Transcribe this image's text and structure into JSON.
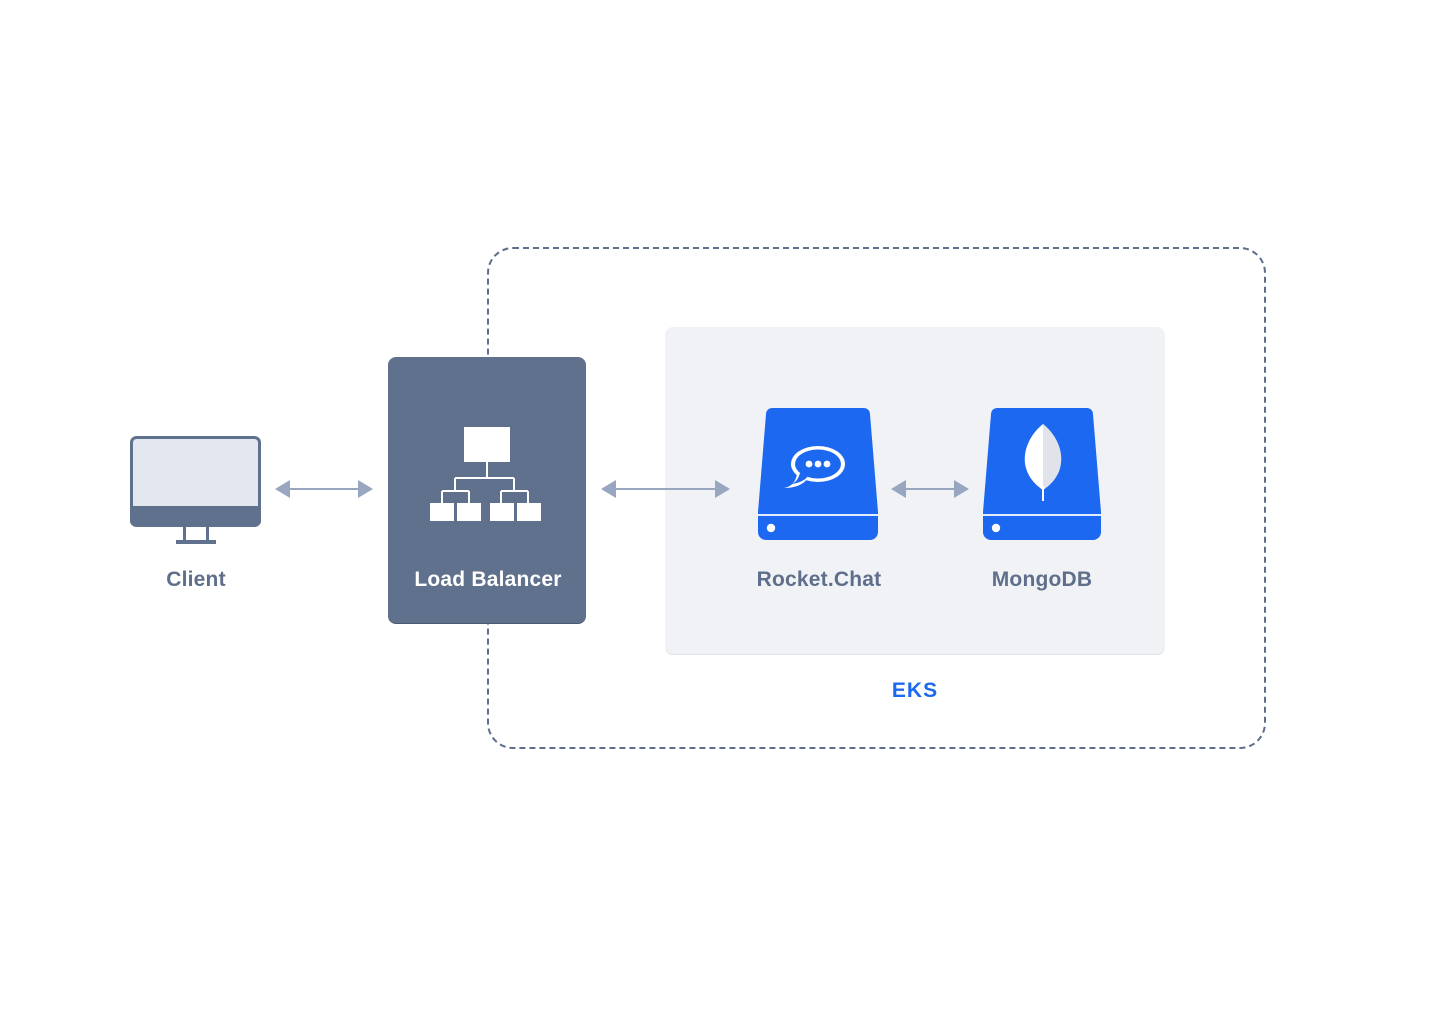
{
  "nodes": {
    "client": {
      "label": "Client",
      "icon": "monitor-icon"
    },
    "load_balancer": {
      "label": "Load Balancer",
      "icon": "network-hierarchy-icon"
    },
    "rocketchat": {
      "label": "Rocket.Chat",
      "icon": "rocketchat-logo-icon"
    },
    "mongodb": {
      "label": "MongoDB",
      "icon": "mongodb-leaf-icon"
    }
  },
  "group": {
    "label": "EKS"
  },
  "colors": {
    "slate": "#5f718c",
    "accent_blue": "#1d68f0",
    "panel": "#f1f2f6",
    "arrow": "#98a6bf"
  }
}
